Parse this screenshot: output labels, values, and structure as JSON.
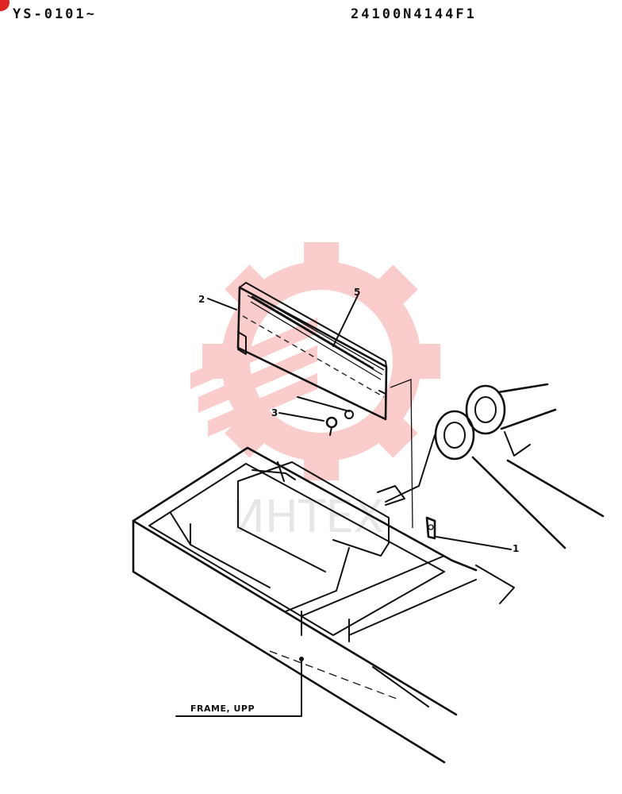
{
  "header": {
    "left_code": "YS-0101~",
    "right_code": "24100N4144F1"
  },
  "callouts": {
    "c1": "1",
    "c2": "2",
    "c3": "3",
    "c5": "5"
  },
  "frame_label": "FRAME, UPP",
  "watermark": {
    "text": "ИНТЕХ",
    "color": "#f04a4a"
  }
}
